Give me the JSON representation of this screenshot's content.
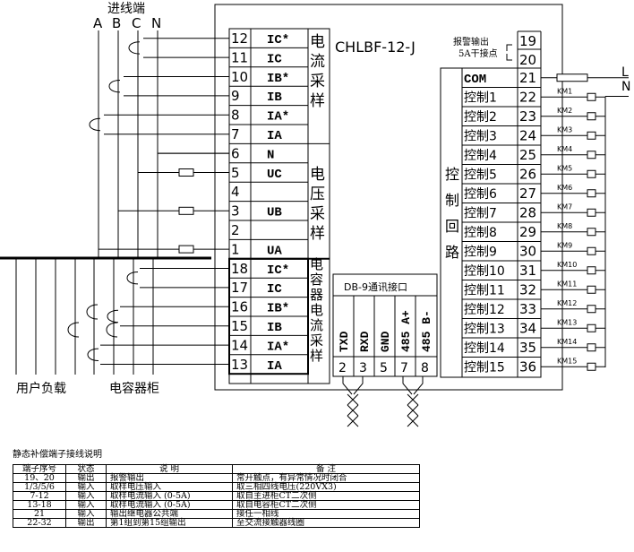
{
  "inlet_title": "进线端",
  "phases": [
    "A",
    "B",
    "C",
    "N"
  ],
  "device_model": "CHLBF-12-J",
  "alarm_note": [
    "报警输出",
    "5A干接点"
  ],
  "load_label": "用户负载",
  "cabinet_label": "电容器柜",
  "left_terminals": [
    {
      "num": "12",
      "name": "IC*"
    },
    {
      "num": "11",
      "name": "IC"
    },
    {
      "num": "10",
      "name": "IB*"
    },
    {
      "num": "9",
      "name": "IB"
    },
    {
      "num": "8",
      "name": "IA*"
    },
    {
      "num": "7",
      "name": "IA"
    },
    {
      "num": "6",
      "name": "N"
    },
    {
      "num": "5",
      "name": "UC"
    },
    {
      "num": "4",
      "name": ""
    },
    {
      "num": "3",
      "name": "UB"
    },
    {
      "num": "2",
      "name": ""
    },
    {
      "num": "1",
      "name": "UA"
    },
    {
      "num": "18",
      "name": "IC*"
    },
    {
      "num": "17",
      "name": "IC"
    },
    {
      "num": "16",
      "name": "IB*"
    },
    {
      "num": "15",
      "name": "IB"
    },
    {
      "num": "14",
      "name": "IA*"
    },
    {
      "num": "13",
      "name": "IA"
    }
  ],
  "group_labels": {
    "current_sampling": "电流采样",
    "voltage_sampling": "电压采样",
    "capacitor_current_sampling": "电容器电流采样",
    "control_loop": "控制回路"
  },
  "right_terminals": [
    {
      "num": "19",
      "name": ""
    },
    {
      "num": "20",
      "name": ""
    },
    {
      "num": "21",
      "name": "COM"
    },
    {
      "num": "22",
      "name": "控制1"
    },
    {
      "num": "23",
      "name": "控制2"
    },
    {
      "num": "24",
      "name": "控制3"
    },
    {
      "num": "25",
      "name": "控制4"
    },
    {
      "num": "26",
      "name": "控制5"
    },
    {
      "num": "27",
      "name": "控制6"
    },
    {
      "num": "28",
      "name": "控制7"
    },
    {
      "num": "29",
      "name": "控制8"
    },
    {
      "num": "30",
      "name": "控制9"
    },
    {
      "num": "31",
      "name": "控制10"
    },
    {
      "num": "32",
      "name": "控制11"
    },
    {
      "num": "33",
      "name": "控制12"
    },
    {
      "num": "34",
      "name": "控制13"
    },
    {
      "num": "35",
      "name": "控制14"
    },
    {
      "num": "36",
      "name": "控制15"
    }
  ],
  "contactors": [
    "KM1",
    "KM2",
    "KM3",
    "KM4",
    "KM5",
    "KM6",
    "KM7",
    "KM8",
    "KM9",
    "KM10",
    "KM11",
    "KM12",
    "KM13",
    "KM14",
    "KM15"
  ],
  "supply_labels": [
    "L",
    "N"
  ],
  "db9_title": "DB-9通讯接口",
  "db9_signals": [
    "TXD",
    "RXD",
    "GND",
    "485 A+",
    "485 B-"
  ],
  "db9_pins": [
    "2",
    "3",
    "5",
    "7",
    "8"
  ],
  "notes": {
    "caption": "静态补偿端子接线说明",
    "headers": [
      "端子序号",
      "状态",
      "说 明",
      "备  注"
    ],
    "rows": [
      [
        "19、20",
        "输出",
        "报警输出",
        "常开触点，有异常情况时闭合"
      ],
      [
        "1/3/5/6",
        "输入",
        "取样电压输入",
        "取三相四线电压(220VX3)"
      ],
      [
        "7-12",
        "输入",
        "取样电流输入 (0-5A)",
        "取自主进柜CT二次侧"
      ],
      [
        "13-18",
        "输入",
        "取样电流输入 (0-5A)",
        "取自电容柜CT二次侧"
      ],
      [
        "21",
        "输入",
        "输出继电器公共端",
        "接任一相线"
      ],
      [
        "22-32",
        "输出",
        "第1组到第15组输出",
        "至交流接触器线圈"
      ]
    ]
  }
}
